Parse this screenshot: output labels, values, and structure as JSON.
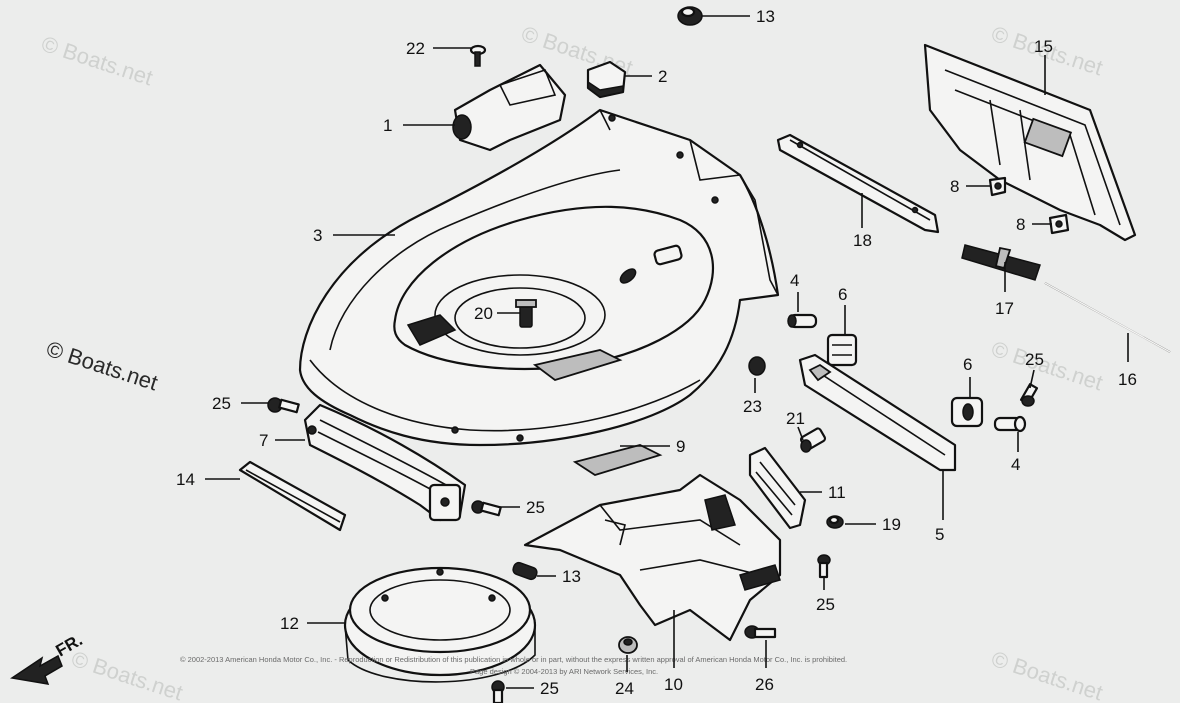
{
  "watermark": {
    "main": "© Boats.net",
    "faint": "© Boats.net"
  },
  "copyright_line_1": "© 2002-2013 American Honda Motor Co., Inc. - Reproduction or Redistribution of this publication in whole or in part, without the express written approval of American Honda Motor Co., Inc. is prohibited.",
  "copyright_line_2": "Page design © 2004-2013 by ARI Network Services, Inc.",
  "direction_label": "FR.",
  "callouts": {
    "c1": "1",
    "c2": "2",
    "c3": "3",
    "c4a": "4",
    "c4b": "4",
    "c5": "5",
    "c6a": "6",
    "c6b": "6",
    "c7": "7",
    "c8a": "8",
    "c8b": "8",
    "c9": "9",
    "c10": "10",
    "c11": "11",
    "c12": "12",
    "c13a": "13",
    "c13b": "13",
    "c14": "14",
    "c15": "15",
    "c16": "16",
    "c17": "17",
    "c18": "18",
    "c19": "19",
    "c20": "20",
    "c21": "21",
    "c22": "22",
    "c23": "23",
    "c24": "24",
    "c25a": "25",
    "c25b": "25",
    "c25c": "25",
    "c25d": "25",
    "c25e": "25",
    "c26": "26"
  }
}
